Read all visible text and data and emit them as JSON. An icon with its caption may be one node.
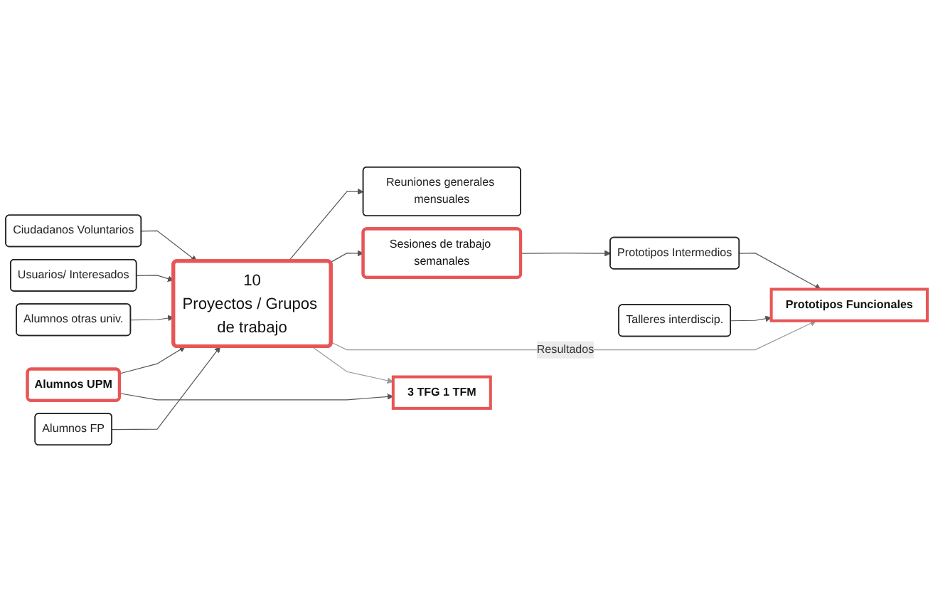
{
  "diagram": {
    "nodes": [
      {
        "text": [
          "Ciudadanos Voluntarios"
        ]
      },
      {
        "text": [
          "Usuarios/ Interesados"
        ]
      },
      {
        "text": [
          "Alumnos UPM"
        ]
      },
      {
        "text": [
          "Alumnos otras univ."
        ]
      },
      {
        "text": [
          "Alumnos FP"
        ]
      },
      {
        "text": [
          "10",
          "Proyectos / Grupos de trabajo"
        ]
      },
      {
        "text": [
          "Reuniones generales mensuales"
        ]
      },
      {
        "text": [
          "Sesiones de trabajo semanales"
        ]
      },
      {
        "text": [
          "Prototipos Intermedios"
        ]
      },
      {
        "text": [
          "Talleres interdiscip."
        ]
      },
      {
        "text": [
          "Prototipos Funcionales"
        ]
      },
      {
        "text": [
          "3 TFG 1 TFM"
        ]
      }
    ],
    "edges": [
      {
        "from": 0,
        "to": 5,
        "arrow": "to"
      },
      {
        "from": 1,
        "to": 5,
        "arrow": "to"
      },
      {
        "from": 2,
        "to": 5,
        "arrow": "to"
      },
      {
        "from": 3,
        "to": 5,
        "arrow": "to"
      },
      {
        "from": 4,
        "to": 5,
        "arrow": "to"
      },
      {
        "from": 2,
        "to": 11,
        "arrow": "to"
      },
      {
        "from": 5,
        "to": 6,
        "arrow": "to"
      },
      {
        "from": 5,
        "to": 7,
        "arrow": "to"
      },
      {
        "from": 7,
        "to": 8,
        "arrow": "to"
      },
      {
        "from": 5,
        "to": 10,
        "arrow": "to",
        "label": "Resultados",
        "color": "#999999"
      },
      {
        "from": 5,
        "to": 11,
        "arrow": "to",
        "color": "#999999"
      },
      {
        "from": 8,
        "to": 10,
        "arrow": "to"
      },
      {
        "from": 9,
        "to": 10,
        "arrow": "to"
      }
    ]
  }
}
